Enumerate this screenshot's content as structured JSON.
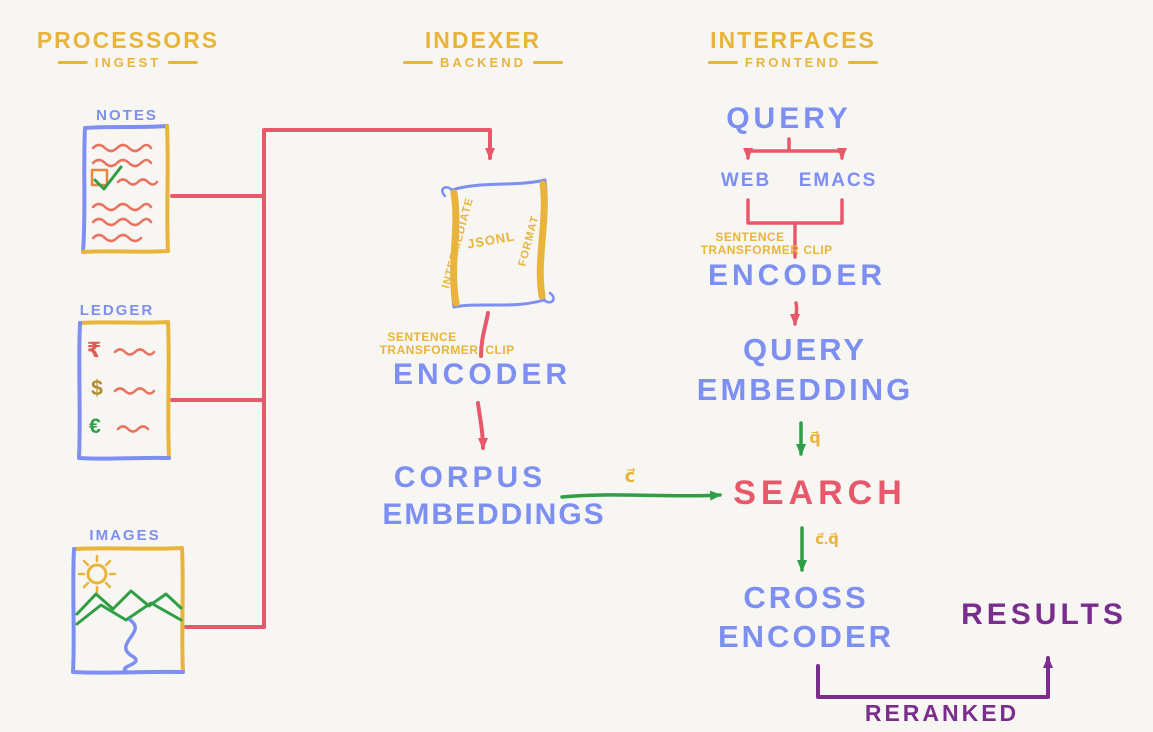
{
  "colors": {
    "yellow": "#e9b43c",
    "blue": "#7d8ff0",
    "red": "#e8586b",
    "green": "#2f9e44",
    "purple": "#7b2d8e",
    "background": "#f7f6f3"
  },
  "columns": {
    "processors": {
      "title": "PROCESSORS",
      "subtitle": "INGEST"
    },
    "indexer": {
      "title": "INDEXER",
      "subtitle": "BACKEND"
    },
    "interfaces": {
      "title": "INTERFACES",
      "subtitle": "FRONTEND"
    }
  },
  "processors": {
    "notes_label": "NOTES",
    "ledger_label": "LEDGER",
    "images_label": "IMAGES",
    "ledger_symbols": {
      "row1": "₹",
      "row2": "$",
      "row3": "€"
    }
  },
  "indexer": {
    "scroll": {
      "left": "INTERMEDIATE",
      "middle": "JSONL",
      "right": "FORMAT"
    },
    "model_line1": "SENTENCE",
    "model_line2": "TRANSFORMER",
    "model_clip": "CLIP",
    "encoder": "ENCODER",
    "corpus_line1": "CORPUS",
    "corpus_line2": "EMBEDDINGS"
  },
  "interfaces": {
    "query": "QUERY",
    "web": "WEB",
    "emacs": "EMACS",
    "model_line1": "SENTENCE",
    "model_line2": "TRANSFORMER",
    "model_clip": "CLIP",
    "encoder": "ENCODER",
    "query_embedding_line1": "QUERY",
    "query_embedding_line2": "EMBEDDING",
    "search": "SEARCH",
    "cross_encoder_line1": "CROSS",
    "cross_encoder_line2": "ENCODER",
    "results": "RESULTS",
    "reranked": "RERANKED"
  },
  "edge_labels": {
    "corpus_vector": "c⃗",
    "query_vector": "q⃗",
    "dot_product": "c⃗.q⃗"
  }
}
